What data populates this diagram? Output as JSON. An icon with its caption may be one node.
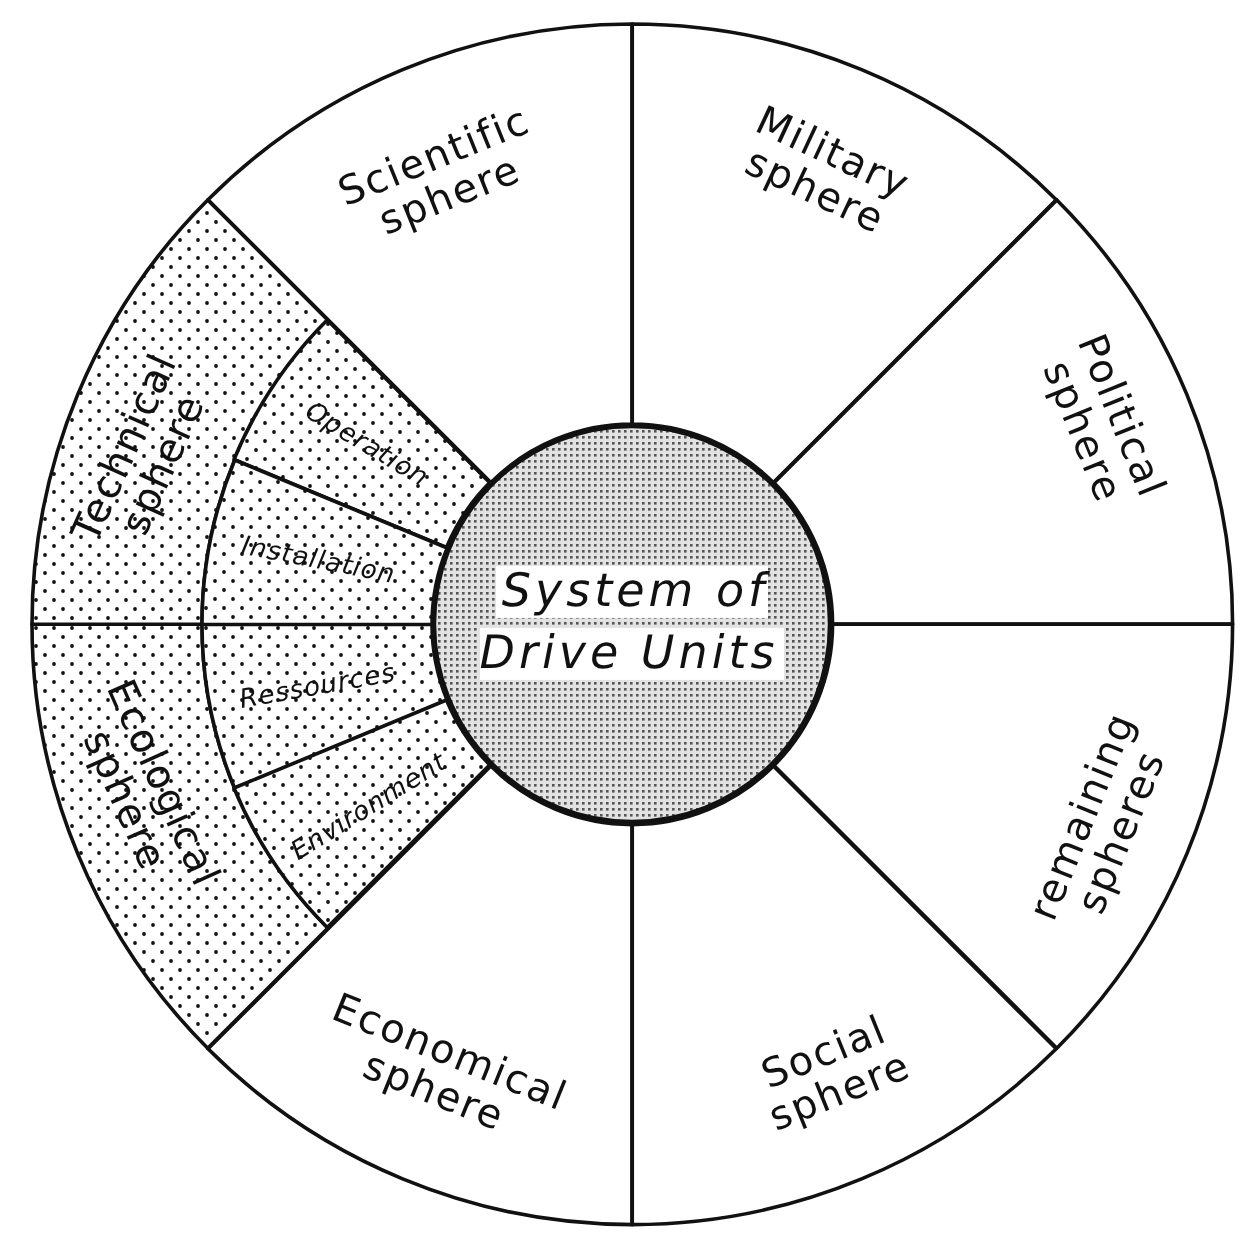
{
  "diagram": {
    "nodes": [
      {
        "text": [
          "System of Drive Units"
        ]
      },
      {
        "text": [
          "Scientific sphere"
        ]
      },
      {
        "text": [
          "Military sphere"
        ]
      },
      {
        "text": [
          "Political sphere"
        ]
      },
      {
        "text": [
          "remaining spheres"
        ]
      },
      {
        "text": [
          "Social sphere"
        ]
      },
      {
        "text": [
          "Economical sphere"
        ]
      },
      {
        "text": [
          "Ecological sphere"
        ]
      },
      {
        "text": [
          "Ressources"
        ]
      },
      {
        "text": [
          "Environment"
        ]
      },
      {
        "text": [
          "Technical sphere"
        ]
      },
      {
        "text": [
          "Operation"
        ]
      },
      {
        "text": [
          "Installation"
        ]
      }
    ]
  }
}
